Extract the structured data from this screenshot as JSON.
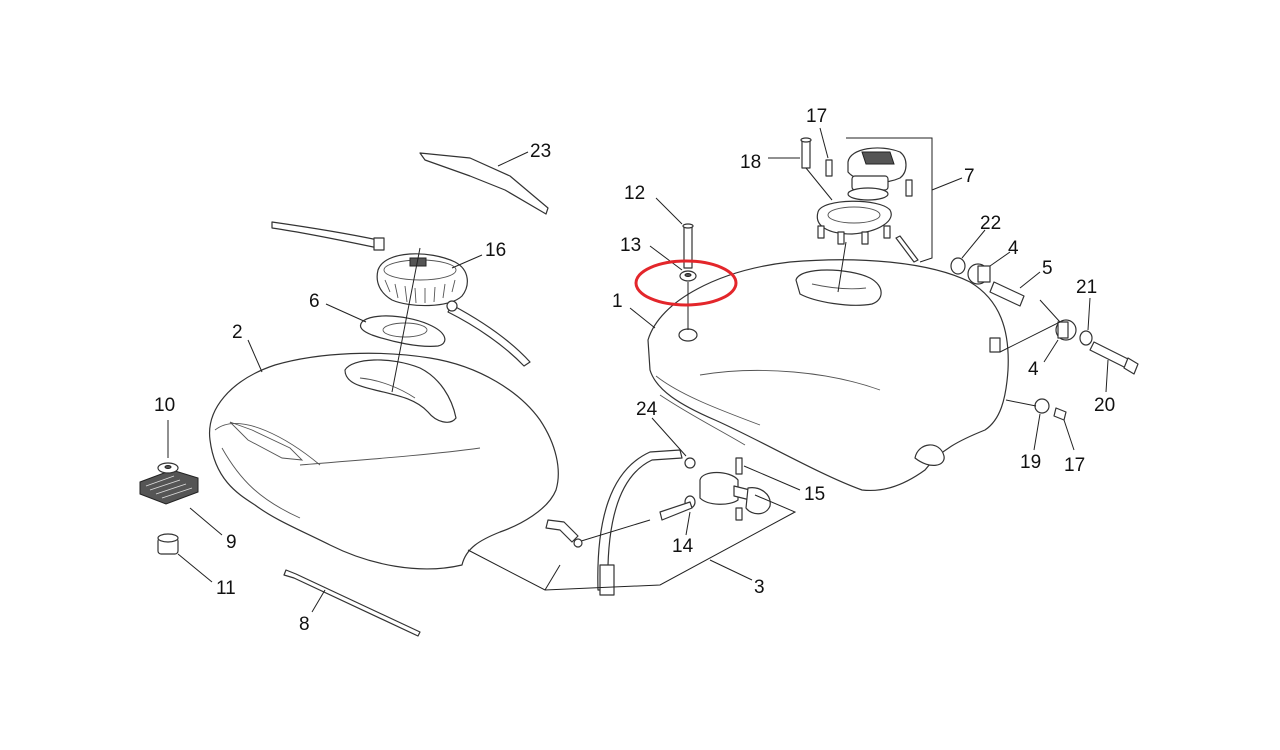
{
  "diagram": {
    "highlight_color": "#e3262b",
    "line_color": "#333333",
    "background": "#ffffff",
    "callouts": [
      "1",
      "2",
      "3",
      "4",
      "4",
      "5",
      "6",
      "7",
      "8",
      "9",
      "10",
      "11",
      "12",
      "13",
      "14",
      "15",
      "16",
      "17",
      "17",
      "18",
      "19",
      "20",
      "21",
      "22",
      "23",
      "24"
    ],
    "highlighted_part": "13"
  }
}
